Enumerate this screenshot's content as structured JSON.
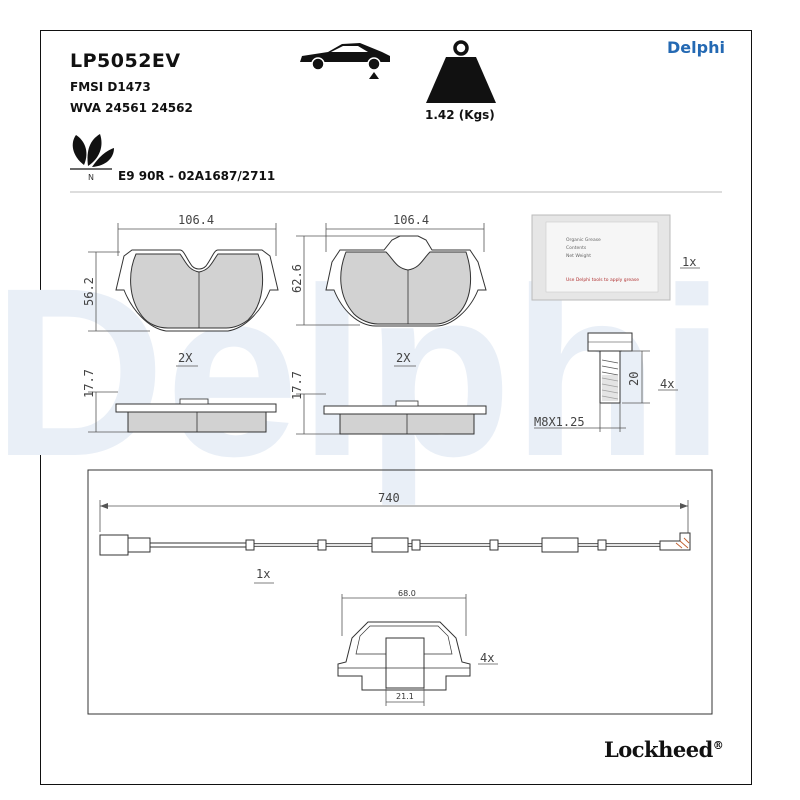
{
  "header": {
    "part_number": "LP5052EV",
    "fmsi": "FMSI D1473",
    "wva": "WVA 24561 24562",
    "weight": "1.42 (Kgs)",
    "approval": "E9 90R - 02A1687/2711",
    "eco_icon": "leaf-icon",
    "vehicle_icon": "car-icon",
    "weight_icon": "weight-icon"
  },
  "brand": {
    "top_logo": "Delphi",
    "bottom_logo": "Lockheed",
    "registered": "®",
    "watermark": "Delphi",
    "accent": "#2469b3",
    "watermark_color": "#e9eff7"
  },
  "eco": {
    "mark": "N"
  },
  "pads": {
    "width": "106.4",
    "height_left": "56.2",
    "height_right": "62.6",
    "thickness_left": "17.7",
    "thickness_right": "17.7",
    "qty_left": "2X",
    "qty_right": "2X",
    "pad_fill": "#d2d2d2"
  },
  "grease": {
    "qty": "1x",
    "label_lines": [
      "Organic Grease",
      "Contents",
      "Net Weight",
      "Use Delphi tools to apply grease"
    ]
  },
  "bolt": {
    "length": "20",
    "thread": "M8X1.25",
    "qty": "4x"
  },
  "sensor": {
    "length": "740",
    "qty": "1x"
  },
  "clip": {
    "width": "68.0",
    "inner": "21.1",
    "qty": "4x"
  }
}
